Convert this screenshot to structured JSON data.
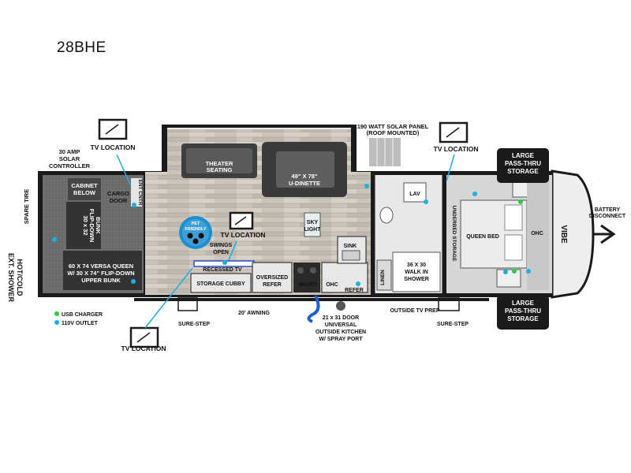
{
  "model": "28BHE",
  "labels": {
    "tv1": "TV LOCATION",
    "tv2": "TV LOCATION",
    "tv3": "TV LOCATION",
    "tv4": "TV LOCATION",
    "solar_amp": "30 AMP",
    "solar_word": "SOLAR",
    "solar_ctrl": "CONTROLLER",
    "solar_panel_1": "190 WATT SOLAR PANEL",
    "solar_panel_2": "(ROOF MOUNTED)",
    "theater": "THEATER",
    "theater_2": "SEATING",
    "dinette_size": "49\" X 78\"",
    "dinette": "U-DINETTE",
    "pass_top_1": "LARGE",
    "pass_top_2": "PASS-THRU",
    "pass_top_3": "STORAGE",
    "pass_bot_1": "LARGE",
    "pass_bot_2": "PASS-THRU",
    "pass_bot_3": "STORAGE",
    "battery_1": "BATTERY",
    "battery_2": "DISCONNECT",
    "cabinet_1": "CABINET",
    "cabinet_2": "BELOW",
    "cargo_1": "CARGO",
    "cargo_2": "DOOR",
    "ent_cntr": "ENT CNTR",
    "flip_1": "30 x 32",
    "flip_2": "FLIP-DOWN",
    "flip_3": "BUNK",
    "spare": "SPARE TIRE",
    "versa_1": "60 X 74 VERSA QUEEN",
    "versa_2": "W/ 30 X 74\" FLIP-DOWN",
    "versa_3": "UPPER BUNK",
    "shower_1": "HOT/COLD",
    "shower_2": "EXT. SHOWER",
    "pet_1": "PET",
    "pet_2": "FRIENDLY",
    "swings_1": "SWINGS",
    "swings_2": "OPEN",
    "skylight_1": "SKY",
    "skylight_2": "LIGHT",
    "sink": "SINK",
    "recessed": "RECESSED TV",
    "storage_cubby": "STORAGE CUBBY",
    "refer_big_1": "OVERSIZED",
    "refer_big_2": "REFER",
    "micro": "MICRO",
    "ohc": "OHC",
    "refer": "REFER",
    "lav": "LAV",
    "linen": "LINEN",
    "walk_1": "36 X 30",
    "walk_2": "WALK IN",
    "walk_3": "SHOWER",
    "underbed": "UNDERBED STORAGE",
    "queen": "QUEEN BED",
    "ohc2": "OHC",
    "vibe": "VIBE",
    "awning": "20' AWNING",
    "sure_step_1": "SURE-STEP",
    "sure_step_2": "SURE-STEP",
    "door_1": "21 x 31 DOOR",
    "door_2": "UNIVERSAL",
    "door_3": "OUTSIDE KITCHEN",
    "door_4": "W/ SPRAY PORT",
    "outside_tv": "OUTSIDE TV PREP",
    "legend_usb": "USB CHARGER",
    "legend_110": "110V OUTLET"
  },
  "colors": {
    "usb": "#2ecc40",
    "outlet": "#1ab0e6",
    "wall": "#1a1a1a",
    "floor": "#c9c2b8"
  }
}
